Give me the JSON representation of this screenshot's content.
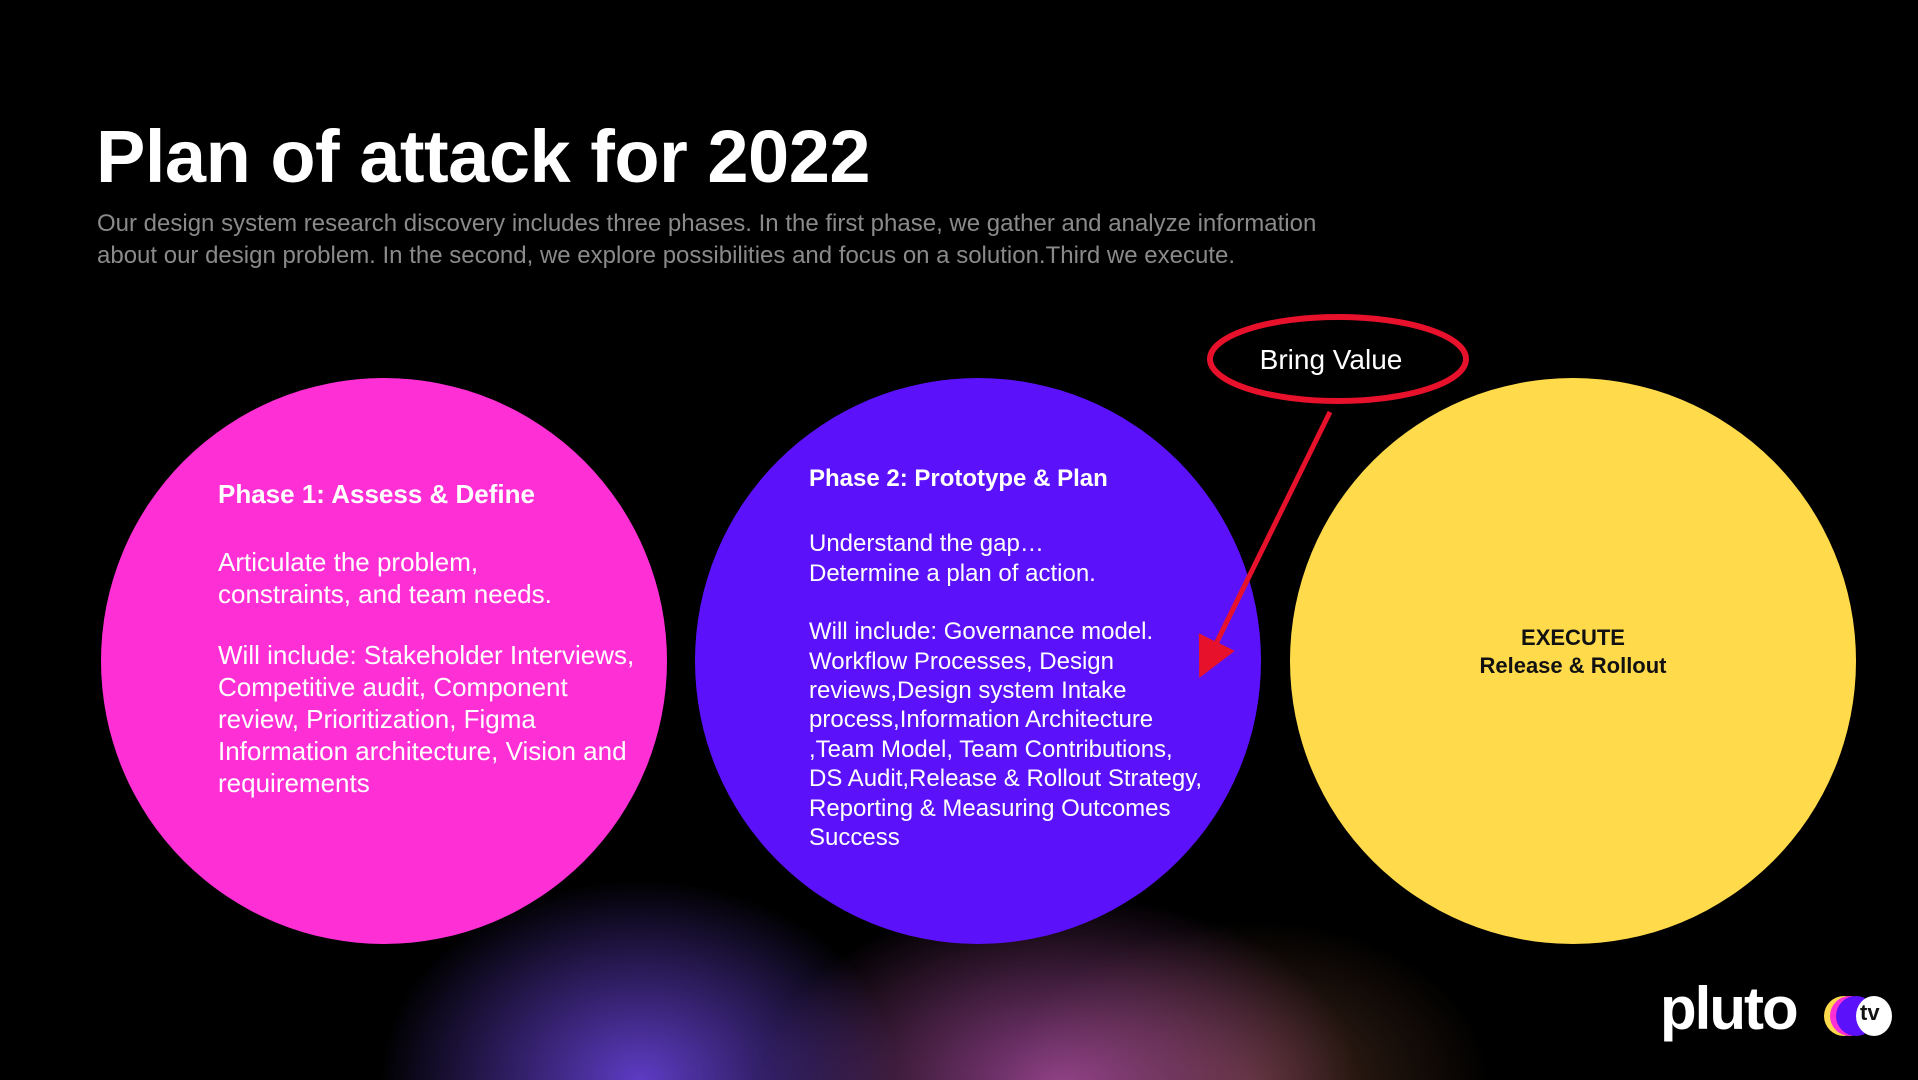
{
  "slide": {
    "title": "Plan of attack for 2022",
    "subtitle_line1": "Our design system research discovery includes three phases. In the first phase, we gather and analyze information",
    "subtitle_line2": "about our design problem. In the second, we explore possibilities and focus on a solution.Third we execute."
  },
  "phase1": {
    "heading": "Phase 1: Assess & Define",
    "line1": "Articulate the problem,",
    "line2": "constraints, and team needs.",
    "includes": "Will include: Stakeholder Interviews, Competitive audit, Component review, Prioritization, Figma Information architecture, Vision and requirements",
    "color": "#ff2fd6"
  },
  "phase2": {
    "heading": "Phase 2: Prototype & Plan",
    "line1": "Understand the gap…",
    "line2": "Determine a plan of action.",
    "includes": "Will include: Governance model. Workflow Processes, Design reviews,Design system Intake process,Information Architecture ,Team Model, Team Contributions, DS Audit,Release & Rollout Strategy, Reporting & Measuring Outcomes Success",
    "color": "#5b12fb"
  },
  "phase3": {
    "line1": "EXECUTE",
    "line2": "Release & Rollout",
    "color": "#ffdb4b"
  },
  "callout": {
    "label": "Bring Value",
    "color": "#e8112b"
  },
  "logo": {
    "word": "pluto",
    "badge": "tv"
  }
}
